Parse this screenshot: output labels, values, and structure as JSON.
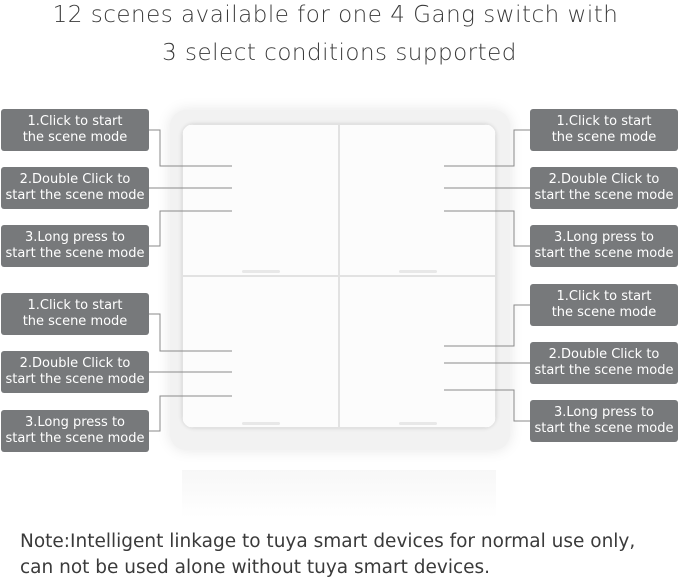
{
  "title": {
    "line1": "12 scenes available for one 4 Gang switch with",
    "line2": "3 select conditions supported"
  },
  "callouts": {
    "top_left": [
      {
        "line1": "1.Click to start",
        "line2": "the scene mode"
      },
      {
        "line1": "2.Double Click to",
        "line2": "start the scene mode"
      },
      {
        "line1": "3.Long press to",
        "line2": "start the scene mode"
      }
    ],
    "bottom_left": [
      {
        "line1": "1.Click to start",
        "line2": "the scene mode"
      },
      {
        "line1": "2.Double Click to",
        "line2": "start the scene mode"
      },
      {
        "line1": "3.Long press to",
        "line2": "start the scene mode"
      }
    ],
    "top_right": [
      {
        "line1": "1.Click to start",
        "line2": "the scene mode"
      },
      {
        "line1": "2.Double Click to",
        "line2": "start the scene mode"
      },
      {
        "line1": "3.Long press to",
        "line2": "start the scene mode"
      }
    ],
    "bottom_right": [
      {
        "line1": "1.Click to start",
        "line2": "the scene mode"
      },
      {
        "line1": "2.Double Click to",
        "line2": "start the scene mode"
      },
      {
        "line1": "3.Long press to",
        "line2": "start the scene mode"
      }
    ]
  },
  "note": {
    "line1": "Note:Intelligent linkage to tuya smart devices for normal use only,",
    "line2": "can not be used alone without tuya smart devices."
  },
  "colors": {
    "callout_bg": "#77797b",
    "connector": "#8a8a8a",
    "text": "#3a3a3a"
  }
}
